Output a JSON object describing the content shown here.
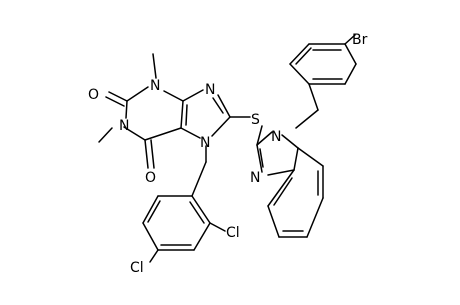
{
  "molecule": {
    "atom_labels": {
      "br": "Br",
      "o_top": "O",
      "o_bottom": "O",
      "n_methyl_top": "N",
      "n_imidazole_top": "N",
      "n_methyl_left": "N",
      "n_imidazole_bottom": "N",
      "s": "S",
      "n_benzimidazole_top": "N",
      "n_benzimidazole_bottom": "N",
      "cl_ortho": "Cl",
      "cl_para": "Cl"
    },
    "methyl_labels": {
      "top": "",
      "left": ""
    },
    "colors": {
      "bond": "#000000",
      "label": "#000000",
      "background": "#ffffff"
    }
  }
}
